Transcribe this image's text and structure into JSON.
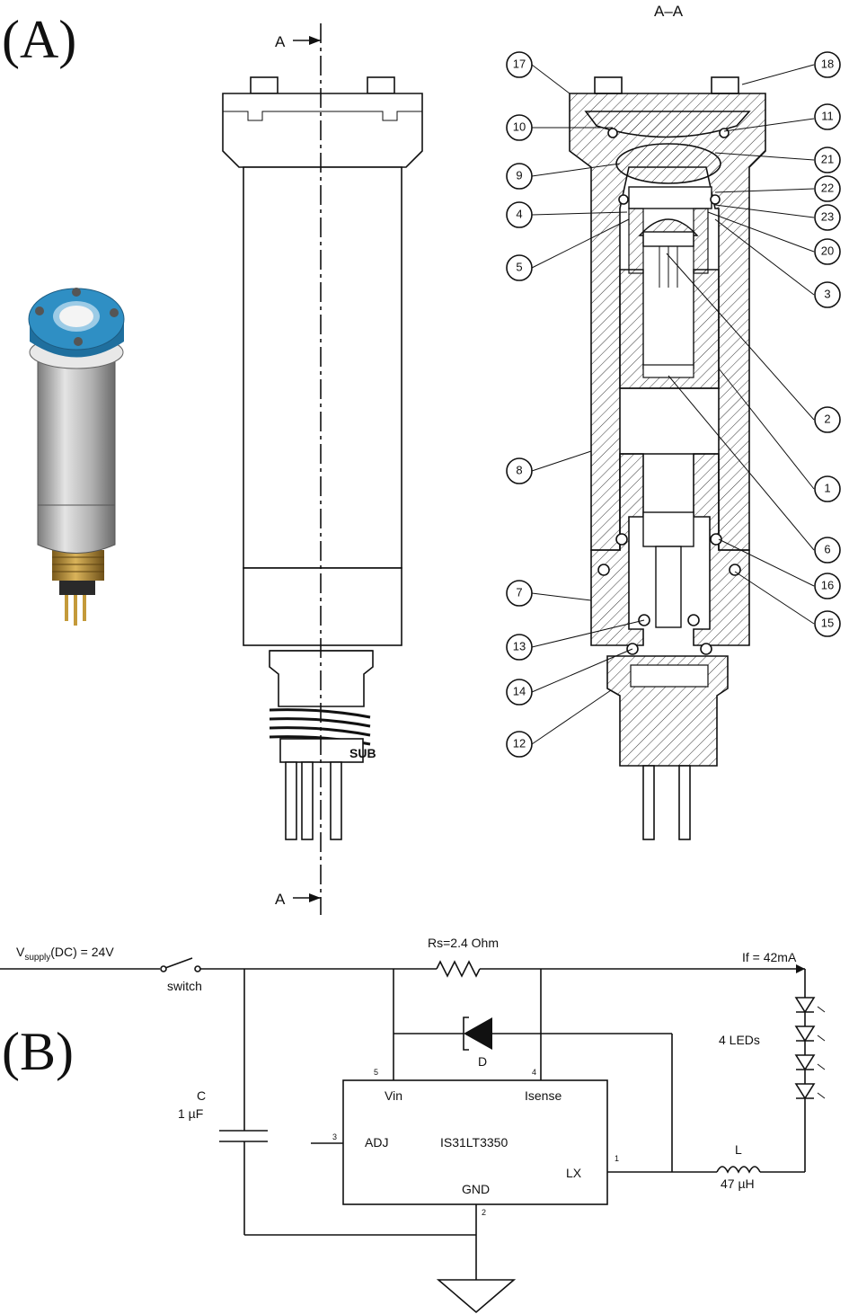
{
  "panels": {
    "a": "(A)",
    "b": "(B)"
  },
  "section_view": {
    "marker_top": "A",
    "marker_bottom": "A",
    "title": "A–A",
    "thread_mark": "SUB"
  },
  "callouts": [
    "1",
    "2",
    "3",
    "4",
    "5",
    "6",
    "7",
    "8",
    "9",
    "10",
    "11",
    "12",
    "13",
    "14",
    "15",
    "16",
    "17",
    "18",
    "20",
    "21",
    "22",
    "23"
  ],
  "circuit": {
    "supply": {
      "prefix": "V",
      "sub": "supply",
      "suffix": "(DC) = 24V"
    },
    "switch": "switch",
    "rs": "Rs=2.4 Ohm",
    "iff": "If = 42mA",
    "leds": "4 LEDs",
    "diode": "D",
    "cap_name": "C",
    "cap_value": "1 µF",
    "ind_name": "L",
    "ind_value": "47 µH",
    "ic": {
      "name": "IS31LT3350",
      "vin": "Vin",
      "isense": "Isense",
      "adj": "ADJ",
      "lx": "LX",
      "gnd": "GND",
      "pins": {
        "vin": "5",
        "isense": "4",
        "adj": "3",
        "lx": "1",
        "gnd": "2"
      }
    }
  },
  "colors": {
    "ring_blue": "#2f8fc4",
    "body_grey": "#a8a8a8",
    "brass": "#b8913a",
    "line": "#111111"
  }
}
